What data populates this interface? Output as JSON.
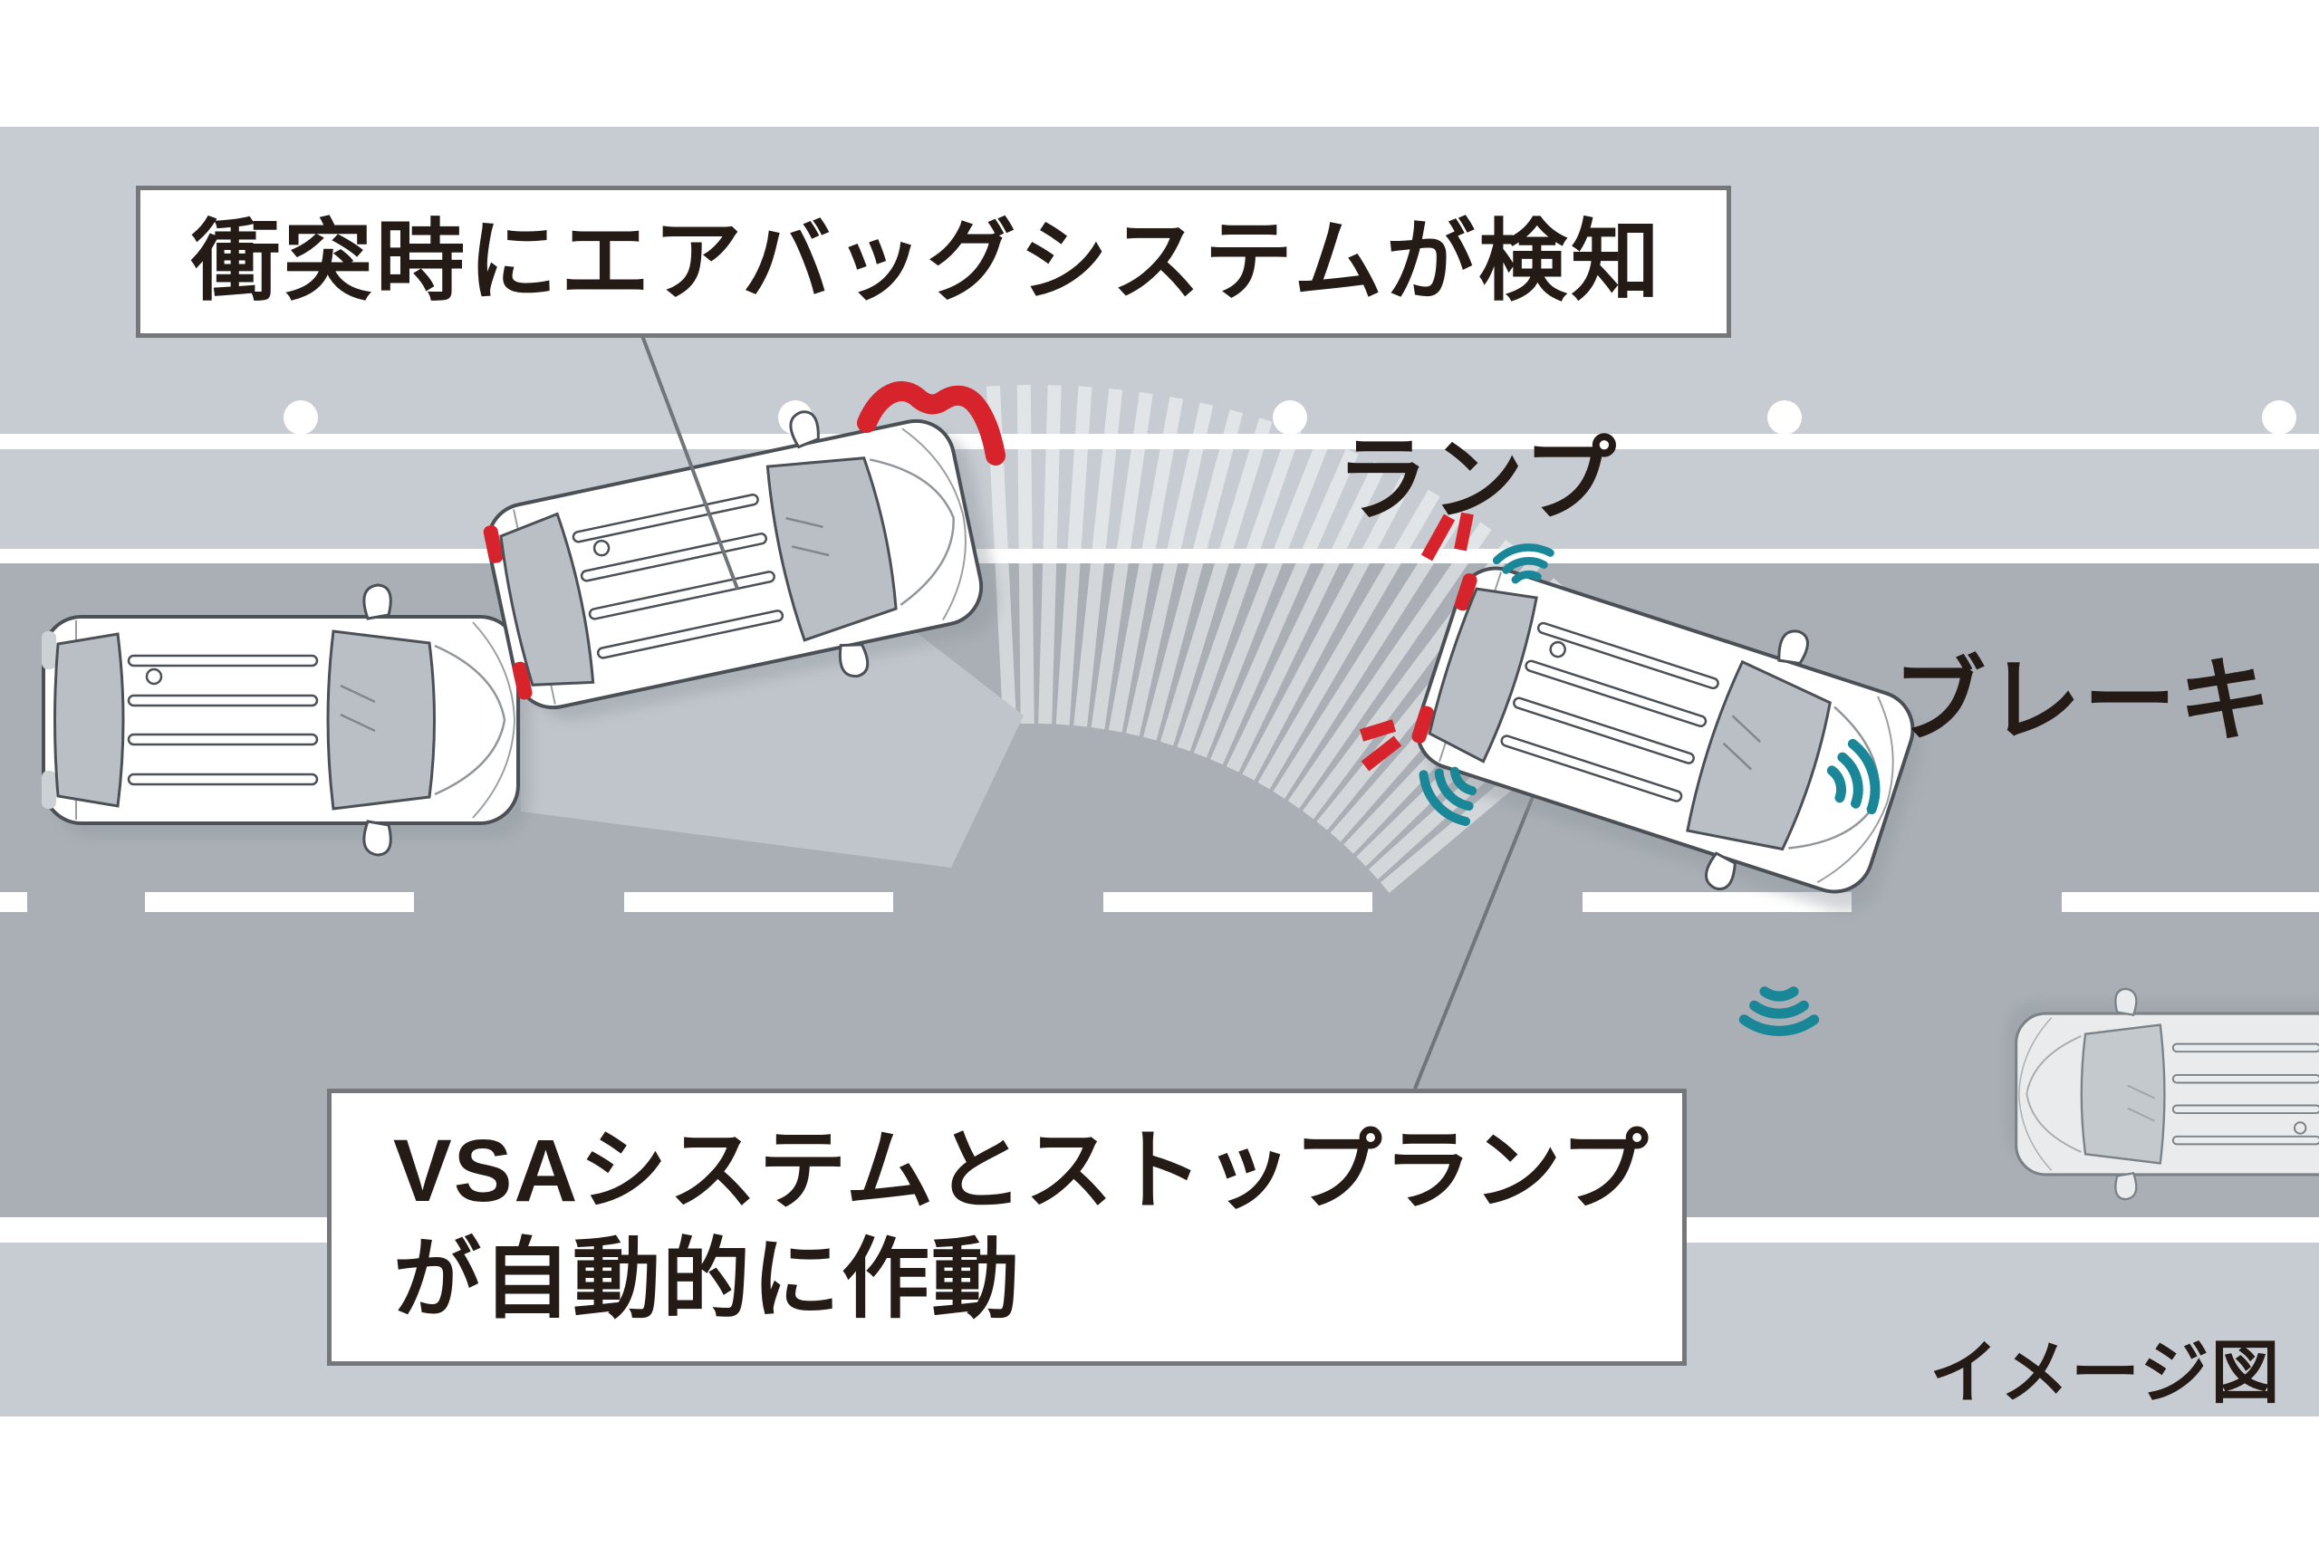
{
  "callouts": {
    "airbag": {
      "text": "衝突時にエアバッグシステムが検知"
    },
    "vsa": {
      "line1": "VSAシステムとストップランプ",
      "line2": "が自動的に作動"
    }
  },
  "labels": {
    "lamp": "ランプ",
    "brake": "ブレーキ",
    "caption": "イメージ図"
  },
  "colors": {
    "accent_red": "#d7242c",
    "accent_teal": "#1a8799",
    "road": "#a9afb5",
    "shoulder": "#c6ccd1",
    "lane_marking": "#ffffff",
    "callout_border": "#75777a",
    "text": "#241a16"
  }
}
